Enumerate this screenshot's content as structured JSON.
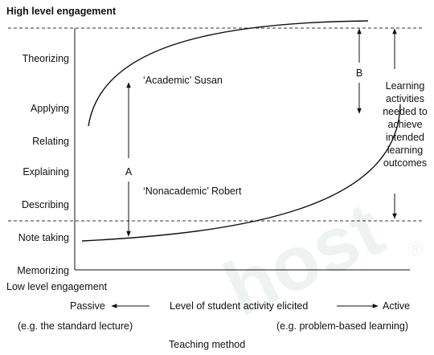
{
  "diagram": {
    "title_high": "High level engagement",
    "title_low": "Low level engagement",
    "levels": [
      "Theorizing",
      "Applying",
      "Relating",
      "Explaining",
      "Describing",
      "Note taking",
      "Memorizing"
    ],
    "susan_label": "‘Academic’ Susan",
    "robert_label": "‘Nonacademic’ Robert",
    "gap_a": "A",
    "gap_b": "B",
    "outcome_lines": [
      "Learning",
      "activities",
      "needed to",
      "achieve",
      "intended",
      "learning",
      "outcomes"
    ],
    "passive": "Passive",
    "axis_center": "Level of student activity elicited",
    "active": "Active",
    "passive_example": "(e.g. the standard lecture)",
    "active_example": "(e.g. problem-based learning)",
    "teaching_method": "Teaching method",
    "watermark": "host",
    "registered": "®"
  }
}
